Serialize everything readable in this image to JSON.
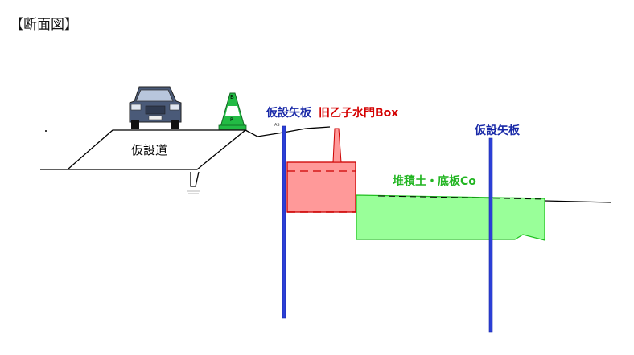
{
  "title": "【断面図】",
  "labels": {
    "temp_road": "仮設道",
    "sheet_pile_left": "仮設矢板",
    "old_box": "旧乙子水門Box",
    "fill_base": "堆積土・底板Co",
    "sheet_pile_right": "仮設矢板",
    "as_mark": "AS",
    "cone_top": "B",
    "cone_mid": "R"
  },
  "colors": {
    "ground_line": "#000000",
    "sheet_pile": "#2b3fd6",
    "sheet_pile_label": "#1a2aa8",
    "old_box_fill": "#ff9999",
    "old_box_stroke": "#cc0000",
    "old_box_label": "#d40000",
    "fill_base": "#99ff99",
    "fill_base_stroke": "#1fbf1f",
    "fill_base_label": "#22b522",
    "car_body": "#4a5a78",
    "cone": "#22bb44"
  },
  "icons": [
    "car-icon",
    "traffic-cone-icon"
  ]
}
